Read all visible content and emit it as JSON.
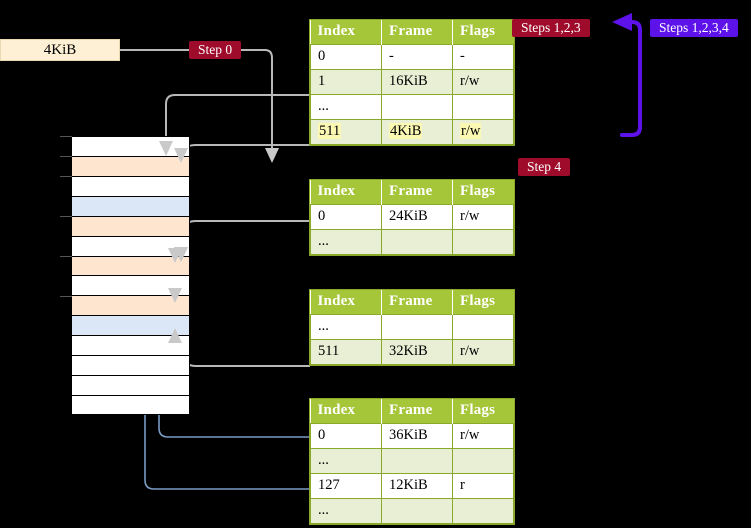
{
  "title": "Multi-level page table walk diagram",
  "size_label": {
    "text": "4KiB"
  },
  "badges": {
    "step0": {
      "label": "Step 0",
      "color": "#9e0b2b"
    },
    "step4": {
      "label": "Step 4",
      "color": "#9e0b2b"
    },
    "steps123": {
      "label": "Steps 1,2,3",
      "color": "#9e0b2b"
    },
    "steps1234": {
      "label": "Steps 1,2,3,4",
      "color": "#5c12e8"
    }
  },
  "table_headers": {
    "index": "Index",
    "frame": "Frame",
    "flags": "Flags"
  },
  "tables": [
    {
      "id": "table-1",
      "rows": [
        {
          "index": "0",
          "frame": "-",
          "flags": "-",
          "style": "plain",
          "highlight": false
        },
        {
          "index": "1",
          "frame": "16KiB",
          "flags": "r/w",
          "style": "alt",
          "highlight": false
        },
        {
          "index": "...",
          "frame": "",
          "flags": "",
          "style": "plain",
          "highlight": false
        },
        {
          "index": "511",
          "frame": "4KiB",
          "flags": "r/w",
          "style": "alt",
          "highlight": true
        }
      ]
    },
    {
      "id": "table-2",
      "rows": [
        {
          "index": "0",
          "frame": "24KiB",
          "flags": "r/w",
          "style": "plain",
          "highlight": false
        },
        {
          "index": "...",
          "frame": "",
          "flags": "",
          "style": "alt",
          "highlight": false
        }
      ]
    },
    {
      "id": "table-3",
      "rows": [
        {
          "index": "...",
          "frame": "",
          "flags": "",
          "style": "plain",
          "highlight": false
        },
        {
          "index": "511",
          "frame": "32KiB",
          "flags": "r/w",
          "style": "alt",
          "highlight": false
        }
      ]
    },
    {
      "id": "table-4",
      "rows": [
        {
          "index": "0",
          "frame": "36KiB",
          "flags": "r/w",
          "style": "plain",
          "highlight": false
        },
        {
          "index": "...",
          "frame": "",
          "flags": "",
          "style": "alt",
          "highlight": false
        },
        {
          "index": "127",
          "frame": "12KiB",
          "flags": "r",
          "style": "plain",
          "highlight": false
        },
        {
          "index": "...",
          "frame": "",
          "flags": "",
          "style": "alt",
          "highlight": false
        }
      ]
    }
  ],
  "memory_rows": [
    {
      "fill": "white"
    },
    {
      "fill": "orange"
    },
    {
      "fill": "white"
    },
    {
      "fill": "blue"
    },
    {
      "fill": "orange"
    },
    {
      "fill": "white"
    },
    {
      "fill": "orange"
    },
    {
      "fill": "white"
    },
    {
      "fill": "orange"
    },
    {
      "fill": "blue"
    },
    {
      "fill": "white"
    },
    {
      "fill": "white"
    },
    {
      "fill": "white"
    },
    {
      "fill": "white"
    }
  ],
  "colors": {
    "background": "#000000",
    "table_header": "#a6c639",
    "table_border": "#8aa829",
    "table_alt_row": "#e8efd4",
    "highlight": "#fbf8b4",
    "memory_orange": "#fde5d0",
    "memory_blue": "#dbe7f7",
    "label_box": "#fdf0d5",
    "connector_gray": "#b8b8b8",
    "connector_blue": "#7b9bc4",
    "arrow_violet": "#5c12e8",
    "badge_red": "#9e0b2b"
  }
}
